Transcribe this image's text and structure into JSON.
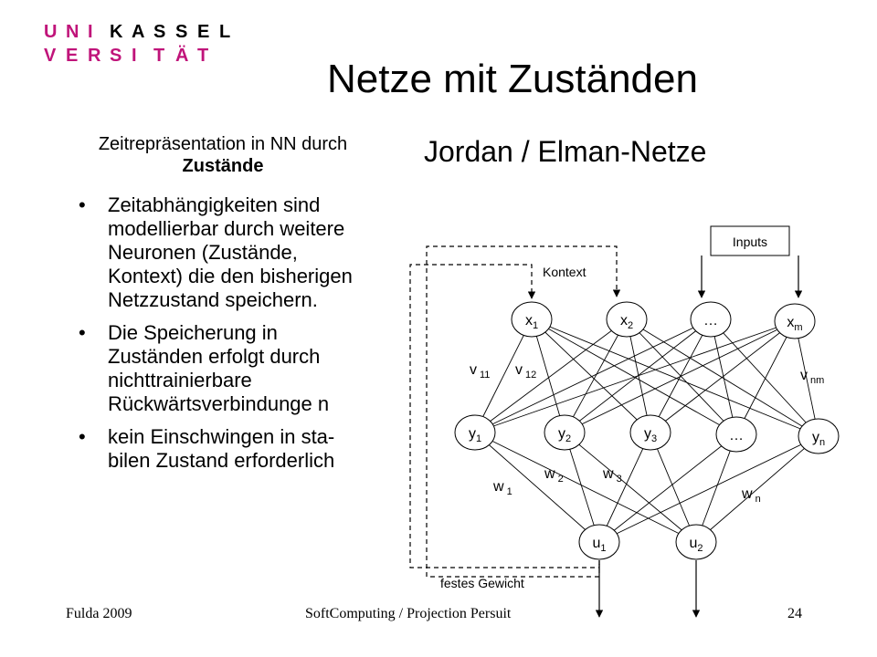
{
  "logo": {
    "row1": [
      "U",
      "N",
      "I",
      "K",
      "A",
      "S",
      "S",
      "E",
      "L"
    ],
    "row2": [
      "V",
      "E",
      "R",
      "S",
      "I",
      "T",
      "Ä",
      "T"
    ],
    "colors": {
      "accent": "#c0147a",
      "dark": "#000000"
    }
  },
  "slide": {
    "title": "Netze mit Zuständen",
    "subtitle_plain": "Zeitrepräsentation in NN durch ",
    "subtitle_bold": "Zustände",
    "right_title": "Jordan / Elman-Netze",
    "bullets": [
      "Zeitabhängigkeiten sind modellierbar durch weitere Neuronen (Zustände, Kontext) die den bisherigen Netzzustand speichern.",
      "Die Speicherung in Zuständen erfolgt durch nichttrainierbare Rückwärtsverbindunge n",
      "kein Einschwingen in sta-bilen Zustand erforderlich"
    ]
  },
  "diagram": {
    "inputs_label": "Inputs",
    "kontext_label": "Kontext",
    "festes_label": "festes Gewicht",
    "x_nodes": [
      {
        "base": "x",
        "sub": "1"
      },
      {
        "base": "x",
        "sub": "2"
      },
      {
        "base": "…",
        "sub": ""
      },
      {
        "base": "x",
        "sub": "m"
      }
    ],
    "y_nodes": [
      {
        "base": "y",
        "sub": "1"
      },
      {
        "base": "y",
        "sub": "2"
      },
      {
        "base": "y",
        "sub": "3"
      },
      {
        "base": "…",
        "sub": ""
      },
      {
        "base": "y",
        "sub": "n"
      }
    ],
    "u_nodes": [
      {
        "base": "u",
        "sub": "1"
      },
      {
        "base": "u",
        "sub": "2"
      }
    ],
    "v_labels": [
      {
        "base": "v",
        "sub": "11"
      },
      {
        "base": "v",
        "sub": "12"
      },
      {
        "base": "v",
        "sub": "nm"
      }
    ],
    "w_labels": [
      {
        "base": "w",
        "sub": "1"
      },
      {
        "base": "w",
        "sub": "2"
      },
      {
        "base": "w",
        "sub": "3"
      },
      {
        "base": "w",
        "sub": "n"
      }
    ]
  },
  "footer": {
    "left": "Fulda 2009",
    "center": "SoftComputing / Projection Persuit",
    "page": "24"
  }
}
